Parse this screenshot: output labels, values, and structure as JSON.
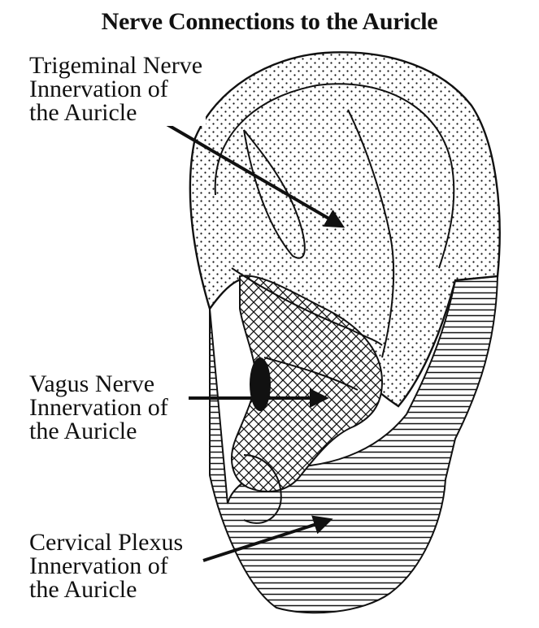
{
  "diagram": {
    "title": "Nerve Connections to the Auricle",
    "labels": {
      "trigeminal": [
        "Trigeminal Nerve",
        "Innervation of",
        "the Auricle"
      ],
      "vagus": [
        "Vagus Nerve",
        "Innervation of",
        "the Auricle"
      ],
      "cervical": [
        "Cervical Plexus",
        "Innervation of",
        "the Auricle"
      ]
    },
    "legend_patterns": {
      "trigeminal": "dotted",
      "vagus": "crosshatch",
      "cervical": "horizontal-lines"
    }
  },
  "colors": {
    "ink": "#111111",
    "background": "#ffffff"
  }
}
